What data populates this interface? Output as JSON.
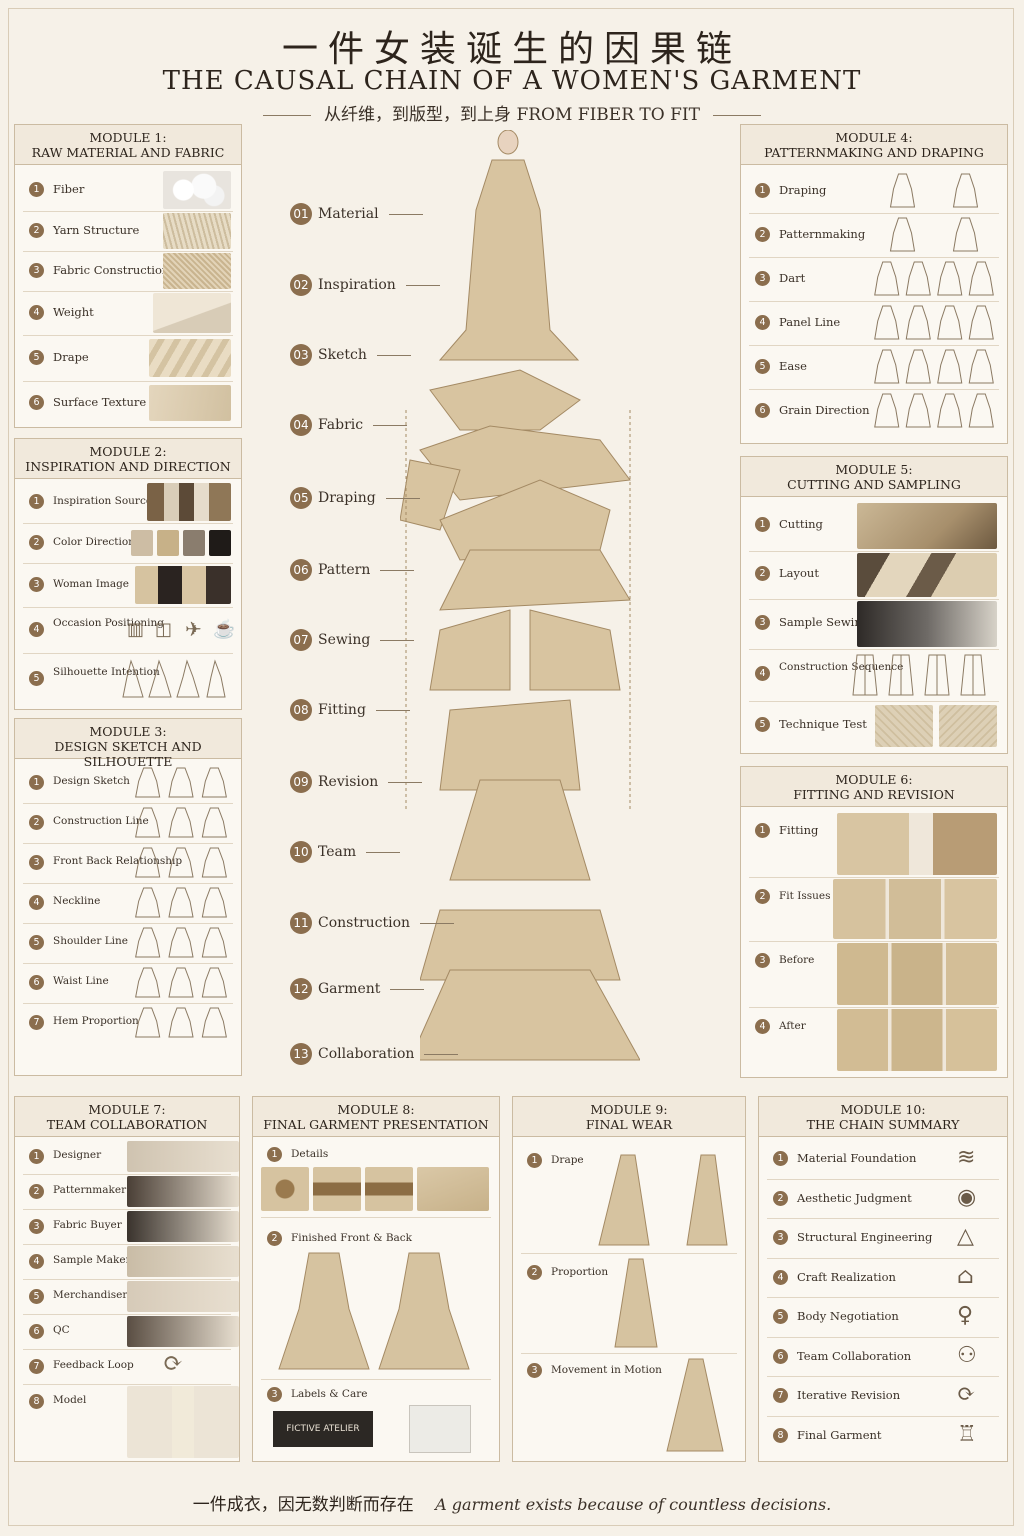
{
  "header": {
    "title_cn": "一件女装诞生的因果链",
    "title_en": "THE CAUSAL CHAIN OF A WOMEN'S GARMENT",
    "subtitle": "从纤维，到版型，到上身  FROM FIBER TO FIT"
  },
  "modules": {
    "m1": {
      "line1": "MODULE 1:",
      "line2": "RAW MATERIAL AND FABRIC",
      "items": [
        "Fiber",
        "Yarn Structure",
        "Fabric Construction",
        "Weight",
        "Drape",
        "Surface Texture"
      ]
    },
    "m2": {
      "line1": "MODULE 2:",
      "line2": "INSPIRATION AND DIRECTION",
      "items": [
        "Inspiration Source",
        "Color Direction",
        "Woman Image",
        "Occasion Positioning",
        "Silhouette Intention"
      ]
    },
    "m3": {
      "line1": "MODULE 3:",
      "line2": "DESIGN SKETCH AND SILHOUETTE",
      "items": [
        "Design Sketch",
        "Construction Line",
        "Front Back Relationship",
        "Neckline",
        "Shoulder Line",
        "Waist Line",
        "Hem Proportion"
      ]
    },
    "m4": {
      "line1": "MODULE 4:",
      "line2": "PATTERNMAKING AND DRAPING",
      "items": [
        "Draping",
        "Patternmaking",
        "Dart",
        "Panel Line",
        "Ease",
        "Grain Direction"
      ]
    },
    "m5": {
      "line1": "MODULE 5:",
      "line2": "CUTTING AND SAMPLING",
      "items": [
        "Cutting",
        "Layout",
        "Sample Sewing",
        "Construction Sequence",
        "Technique Test"
      ]
    },
    "m6": {
      "line1": "MODULE 6:",
      "line2": "FITTING AND REVISION",
      "items": [
        "Fitting",
        "Fit Issues",
        "Before",
        "After"
      ]
    },
    "m7": {
      "line1": "MODULE 7:",
      "line2": "TEAM COLLABORATION",
      "items": [
        "Designer",
        "Patternmaker",
        "Fabric Buyer",
        "Sample Maker",
        "Merchandiser",
        "QC",
        "Feedback Loop",
        "Model"
      ]
    },
    "m8": {
      "line1": "MODULE 8:",
      "line2": "FINAL GARMENT PRESENTATION",
      "items": [
        "Details",
        "Finished Front & Back",
        "Labels & Care"
      ],
      "label_text": "FICTIVE ATELIER"
    },
    "m9": {
      "line1": "MODULE 9:",
      "line2": "FINAL WEAR",
      "items": [
        "Drape",
        "Proportion",
        "Movement in Motion"
      ]
    },
    "m10": {
      "line1": "MODULE 10:",
      "line2": "THE CHAIN SUMMARY",
      "items": [
        "Material Foundation",
        "Aesthetic Judgment",
        "Structural Engineering",
        "Craft Realization",
        "Body Negotiation",
        "Team Collaboration",
        "Iterative Revision",
        "Final Garment"
      ]
    }
  },
  "chain": [
    "Material",
    "Inspiration",
    "Sketch",
    "Fabric",
    "Draping",
    "Pattern",
    "Sewing",
    "Fitting",
    "Revision",
    "Team",
    "Construction",
    "Garment",
    "Collaboration"
  ],
  "chain_numbers": [
    "01",
    "02",
    "03",
    "04",
    "05",
    "06",
    "07",
    "08",
    "09",
    "10",
    "11",
    "12",
    "13"
  ],
  "colors": {
    "accent": "#8b6e4e",
    "camel": "#d6c3a0",
    "paper": "#f6f1e8"
  },
  "footer": {
    "cn": "一件成衣，因无数判断而存在",
    "en": "A garment exists because of countless decisions."
  }
}
